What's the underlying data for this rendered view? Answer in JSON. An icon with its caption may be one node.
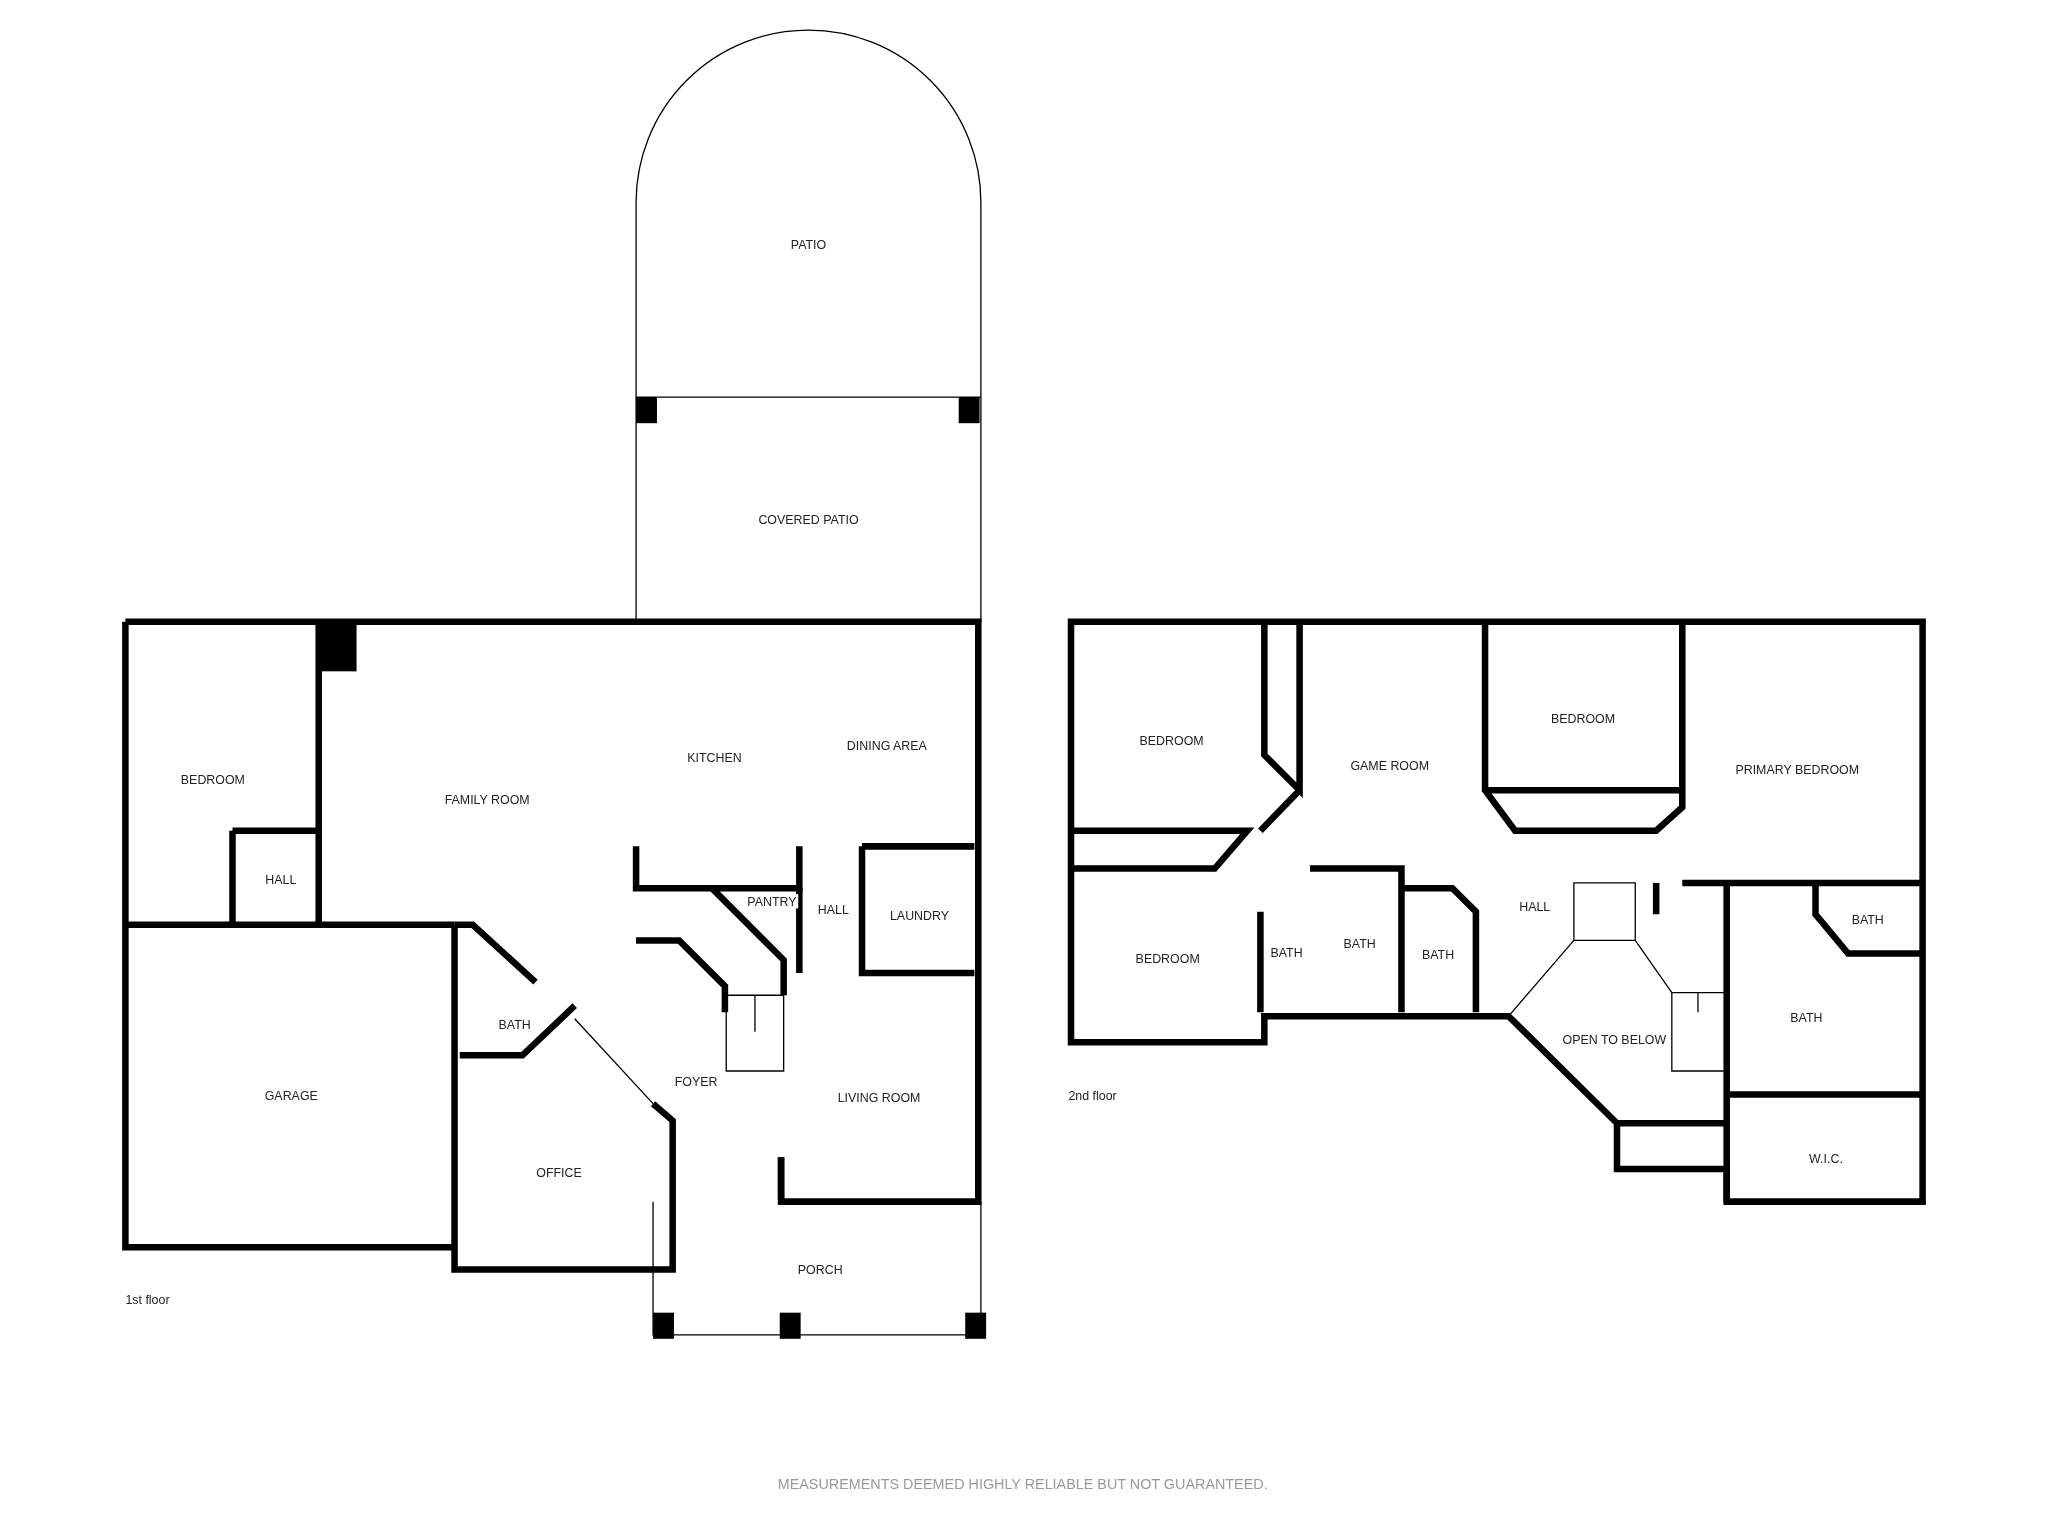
{
  "diagram": {
    "nodes": [
      {
        "text": [
          "PATIO"
        ]
      },
      {
        "text": [
          "COVERED PATIO"
        ]
      },
      {
        "text": [
          "BEDROOM"
        ]
      },
      {
        "text": [
          "HALL"
        ]
      },
      {
        "text": [
          "FAMILY ROOM"
        ]
      },
      {
        "text": [
          "KITCHEN"
        ]
      },
      {
        "text": [
          "DINING AREA"
        ]
      },
      {
        "text": [
          "PANTRY"
        ]
      },
      {
        "text": [
          "HALL"
        ]
      },
      {
        "text": [
          "LAUNDRY"
        ]
      },
      {
        "text": [
          "BATH"
        ]
      },
      {
        "text": [
          "FOYER"
        ]
      },
      {
        "text": [
          "LIVING ROOM"
        ]
      },
      {
        "text": [
          "GARAGE"
        ]
      },
      {
        "text": [
          "OFFICE"
        ]
      },
      {
        "text": [
          "PORCH"
        ]
      },
      {
        "text": [
          "BEDROOM"
        ]
      },
      {
        "text": [
          "GAME ROOM"
        ]
      },
      {
        "text": [
          "BEDROOM"
        ]
      },
      {
        "text": [
          "PRIMARY BEDROOM"
        ]
      },
      {
        "text": [
          "HALL"
        ]
      },
      {
        "text": [
          "BEDROOM"
        ]
      },
      {
        "text": [
          "BATH"
        ]
      },
      {
        "text": [
          "BATH"
        ]
      },
      {
        "text": [
          "BATH"
        ]
      },
      {
        "text": [
          "BATH"
        ]
      },
      {
        "text": [
          "OPEN TO BELOW"
        ]
      },
      {
        "text": [
          "BATH"
        ]
      },
      {
        "text": [
          "W.I.C."
        ]
      }
    ],
    "labels": [
      "1st floor",
      "2nd floor",
      "MEASUREMENTS DEEMED HIGHLY RELIABLE BUT NOT GUARANTEED."
    ]
  }
}
